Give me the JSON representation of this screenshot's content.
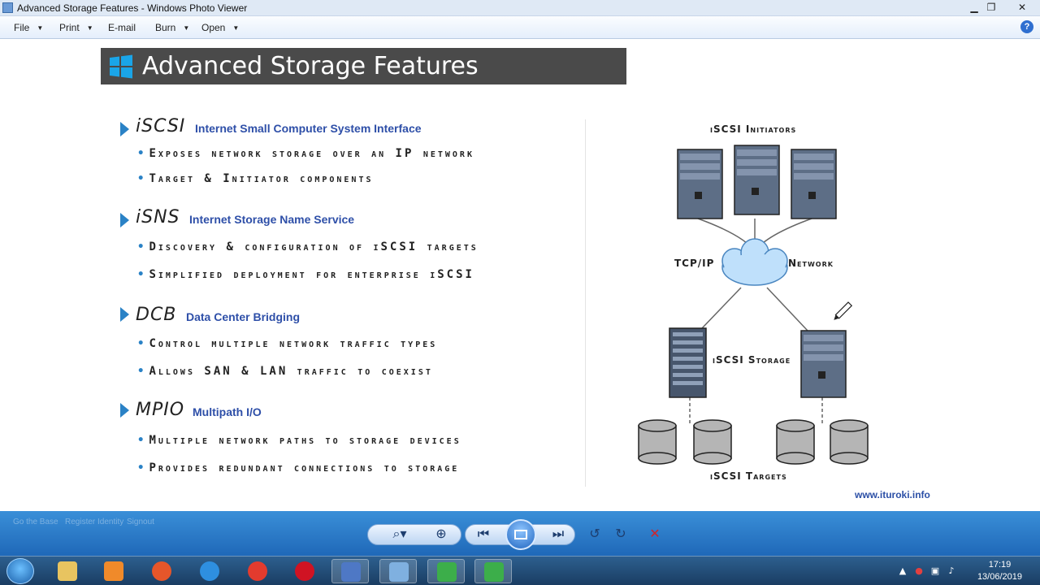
{
  "window": {
    "title": "Advanced Storage Features - Windows Photo Viewer",
    "controls": [
      "minimize",
      "restore",
      "close"
    ]
  },
  "menu": {
    "items": [
      {
        "label": "File",
        "has_dropdown": true
      },
      {
        "label": "Print",
        "has_dropdown": true
      },
      {
        "label": "E-mail",
        "has_dropdown": false
      },
      {
        "label": "Burn",
        "has_dropdown": true
      },
      {
        "label": "Open",
        "has_dropdown": true
      }
    ],
    "caret": "▼",
    "help": "?"
  },
  "slide": {
    "title": "Advanced Storage Features",
    "sections": [
      {
        "abbr": "iSCSI",
        "full": "Internet Small Computer System Interface",
        "bullets": [
          "Exposes network storage over an IP network",
          "Target & Initiator components"
        ]
      },
      {
        "abbr": "iSNS",
        "full": "Internet Storage Name Service",
        "bullets": [
          "Discovery & configuration of iSCSI targets",
          "Simplified deployment for enterprise iSCSI"
        ]
      },
      {
        "abbr": "DCB",
        "full": "Data Center Bridging",
        "bullets": [
          "Control multiple network traffic types",
          "Allows SAN & LAN traffic to coexist"
        ]
      },
      {
        "abbr": "MPIO",
        "full": "Multipath I/O",
        "bullets": [
          "Multiple network paths to storage devices",
          "Provides redundant connections to storage"
        ]
      }
    ],
    "diagram": {
      "initiators_label": "iSCSI Initiators",
      "tcpip_label": "TCP/IP",
      "network_label": "Network",
      "storage_label": "iSCSI Storage",
      "targets_label": "iSCSI Targets"
    },
    "website": "www.ituroki.info"
  },
  "viewer_controls": {
    "ghost_text": [
      "Go the Base",
      "Register Identity",
      "Signout"
    ],
    "buttons": [
      "zoom",
      "fit-to-window",
      "previous",
      "slideshow",
      "next",
      "rotate-counterclockwise",
      "rotate-clockwise",
      "delete"
    ]
  },
  "taskbar": {
    "time": "17:19",
    "date": "13/06/2019",
    "apps": [
      "file-explorer",
      "media-player",
      "firefox",
      "internet-explorer",
      "chrome",
      "opera",
      "network-tool",
      "photo-viewer",
      "camtasia-1",
      "camtasia-2"
    ]
  },
  "colors": {
    "accent_blue": "#2a82c6",
    "section_blue": "#2e4fa8",
    "title_bar": "#4a4a4a",
    "taskbar": "#1f4a75"
  }
}
